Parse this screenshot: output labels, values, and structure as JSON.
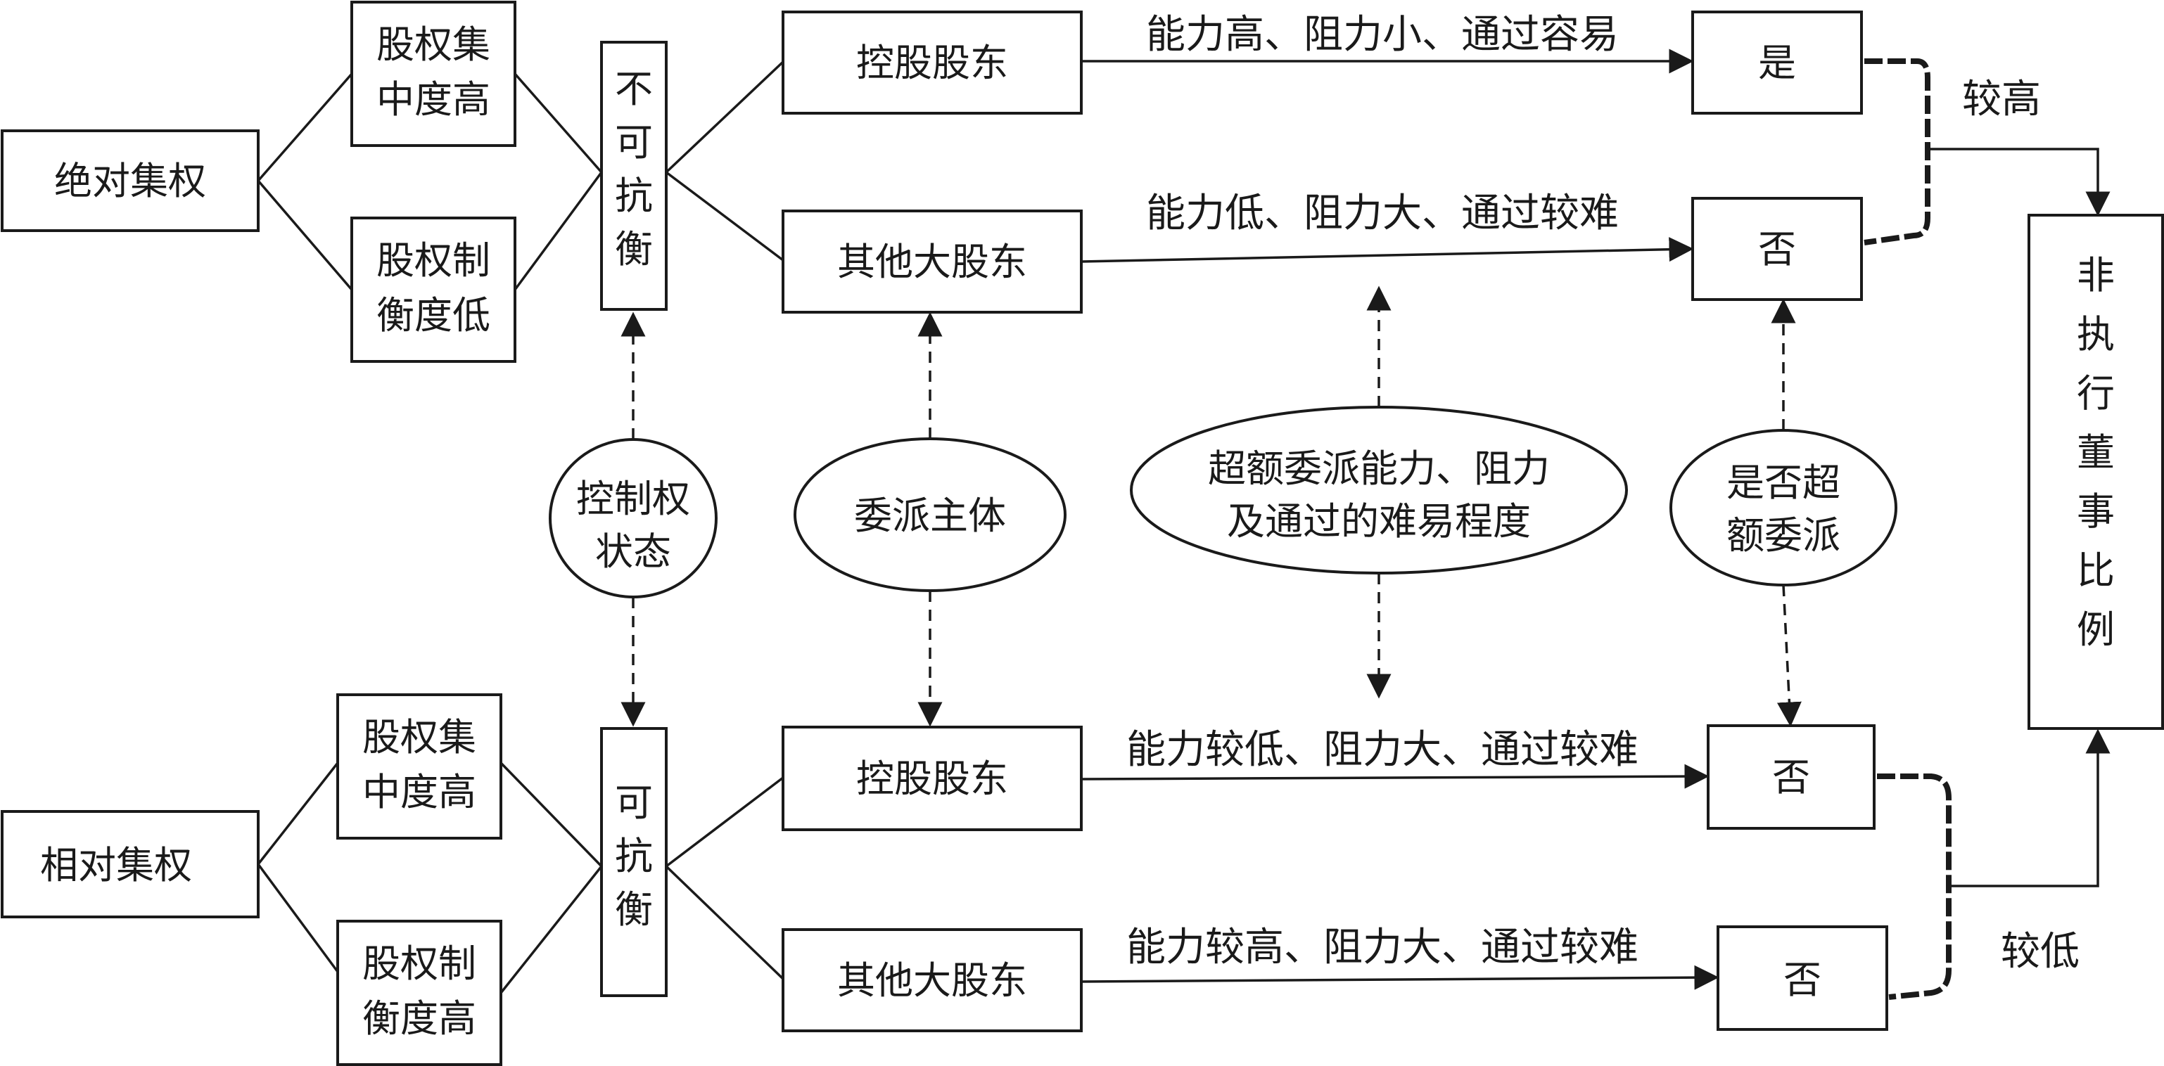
{
  "diagram": {
    "top": {
      "root": "绝对集权",
      "branch1": [
        "股权集",
        "中度高"
      ],
      "branch2": [
        "股权制",
        "衡度低"
      ],
      "balance": [
        "不",
        "可",
        "抗",
        "衡"
      ],
      "holder1": "控股股东",
      "holder2": "其他大股东",
      "edge1": "能力高、阻力小、通过容易",
      "edge2": "能力低、阻力大、通过较难",
      "result1": "是",
      "result2": "否",
      "ratio_label": "较高"
    },
    "bottom": {
      "root": "相对集权",
      "branch1": [
        "股权集",
        "中度高"
      ],
      "branch2": [
        "股权制",
        "衡度高"
      ],
      "balance": [
        "可",
        "抗",
        "衡"
      ],
      "holder1": "控股股东",
      "holder2": "其他大股东",
      "edge1": "能力较低、阻力大、通过较难",
      "edge2": "能力较高、阻力大、通过较难",
      "result1": "否",
      "result2": "否",
      "ratio_label": "较低"
    },
    "middle": {
      "control_state": [
        "控制权",
        "状态"
      ],
      "delegator": "委派主体",
      "excess_ability": [
        "超额委派能力、阻力",
        "及通过的难易程度"
      ],
      "is_excess": [
        "是否超",
        "额委派"
      ]
    },
    "outcome": [
      "非",
      "执",
      "行",
      "董",
      "事",
      "比",
      "例"
    ]
  }
}
